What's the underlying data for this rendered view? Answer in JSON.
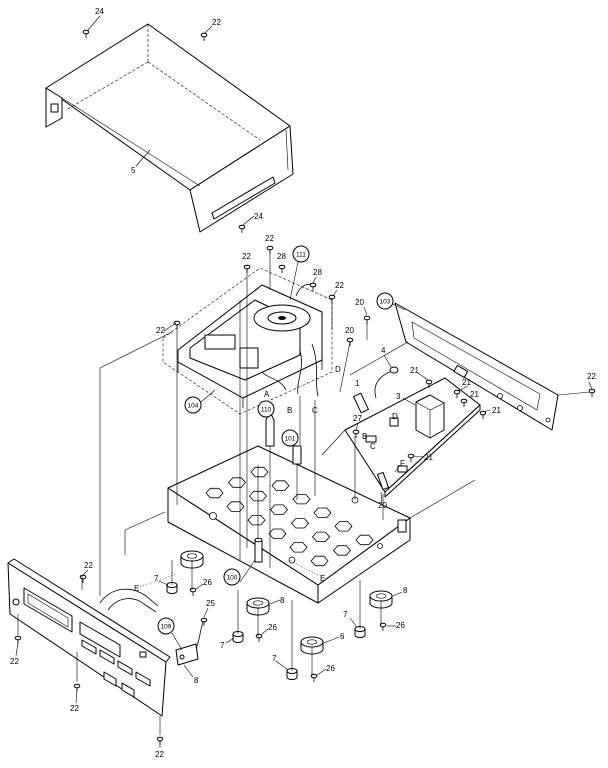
{
  "part_numbers": [
    "24",
    "22",
    "5",
    "24",
    "22",
    "22",
    "28",
    "28",
    "22",
    "20",
    "22",
    "20",
    "4",
    "D",
    "A",
    "B",
    "C",
    "1",
    "21",
    "3",
    "21",
    "21",
    "21",
    "22",
    "27",
    "D",
    "B",
    "C",
    "21",
    "F",
    "20",
    "22",
    "E",
    "7",
    "26",
    "8",
    "E",
    "8",
    "25",
    "7",
    "26",
    "6",
    "7",
    "26",
    "8",
    "7",
    "26",
    "22",
    "22",
    "22"
  ],
  "circled_refs": [
    "111",
    "103",
    "104",
    "110",
    "101",
    "100",
    "109"
  ]
}
